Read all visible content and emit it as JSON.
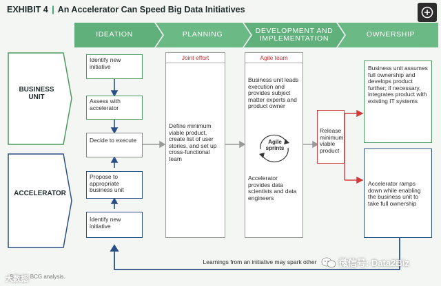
{
  "title": {
    "exhibit": "EXHIBIT 4",
    "separator": "|",
    "text": "An Accelerator Can Speed Big Data Initiatives"
  },
  "stages": [
    "IDEATION",
    "PLANNING",
    "DEVELOPMENT AND IMPLEMENTATION",
    "OWNERSHIP"
  ],
  "lanes": {
    "business": "BUSINESS UNIT",
    "accelerator": "ACCELERATOR"
  },
  "ideation": {
    "identify_top": "Identify new initiative",
    "assess": "Assess with accelerator",
    "decide": "Decide to execute",
    "propose": "Propose to appropriate business unit",
    "identify_bottom": "Identify new initiative"
  },
  "planning": {
    "header": "Joint effort",
    "text": "Define minimum viable product, create list of user stories, and set up cross-functional team"
  },
  "development": {
    "header": "Agile team",
    "top_text": "Business unit leads execution and provides subject matter experts and product owner",
    "sprints": "Agile sprints",
    "bottom_text": "Accelerator provides data scientists and data engineers"
  },
  "release": "Release minimum viable product",
  "ownership": {
    "business_text": "Business unit assumes full ownership and develops product further; if necessary, integrates product with existing IT systems",
    "accelerator_text": "Accelerator ramps down while enabling the business unit to take full ownership"
  },
  "feedback": "Learnings from an initiative may spark other",
  "source": "Source: BCG analysis.",
  "watermark": {
    "left": "大数据",
    "right": "微信号: Data2Biz"
  },
  "colors": {
    "green": "#4a9a5e",
    "blue": "#2a4f86",
    "red": "#d23a3a",
    "stage_bar": "#5fb07a"
  }
}
